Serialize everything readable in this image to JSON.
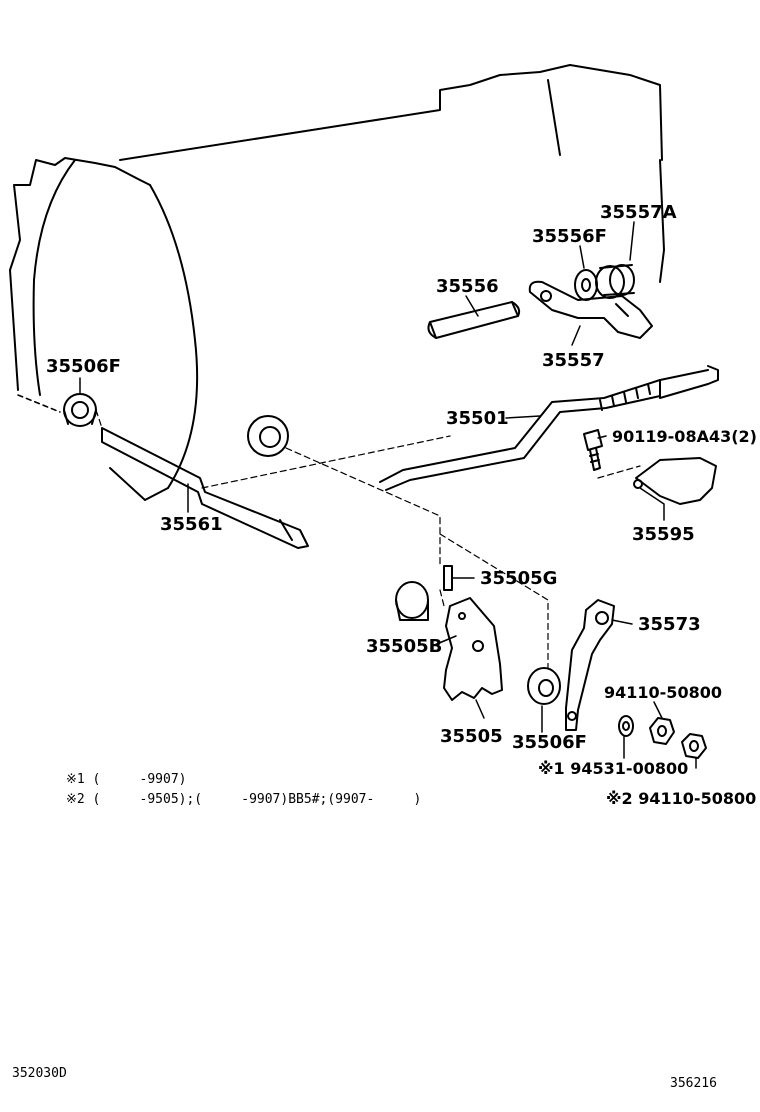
{
  "parts": {
    "p35557A": "35557A",
    "p35556F": "35556F",
    "p35556": "35556",
    "p35557": "35557",
    "p35506F_top": "35506F",
    "p35501": "35501",
    "p90119": "90119-08A43(2)",
    "p35595": "35595",
    "p35561": "35561",
    "p35505G": "35505G",
    "p35573": "35573",
    "p35505B": "35505B",
    "p94110_a": "94110-50800",
    "p35505": "35505",
    "p35506F_bottom": "35506F",
    "p94531": "※1 94531-00800",
    "p94110_b": "※2 94110-50800"
  },
  "notes": {
    "note1": "※1 (     -9907)",
    "note2": "※2 (     -9505);(     -9907)BB5#;(9907-     )"
  },
  "codes": {
    "left": "352030D",
    "right": "356216"
  }
}
